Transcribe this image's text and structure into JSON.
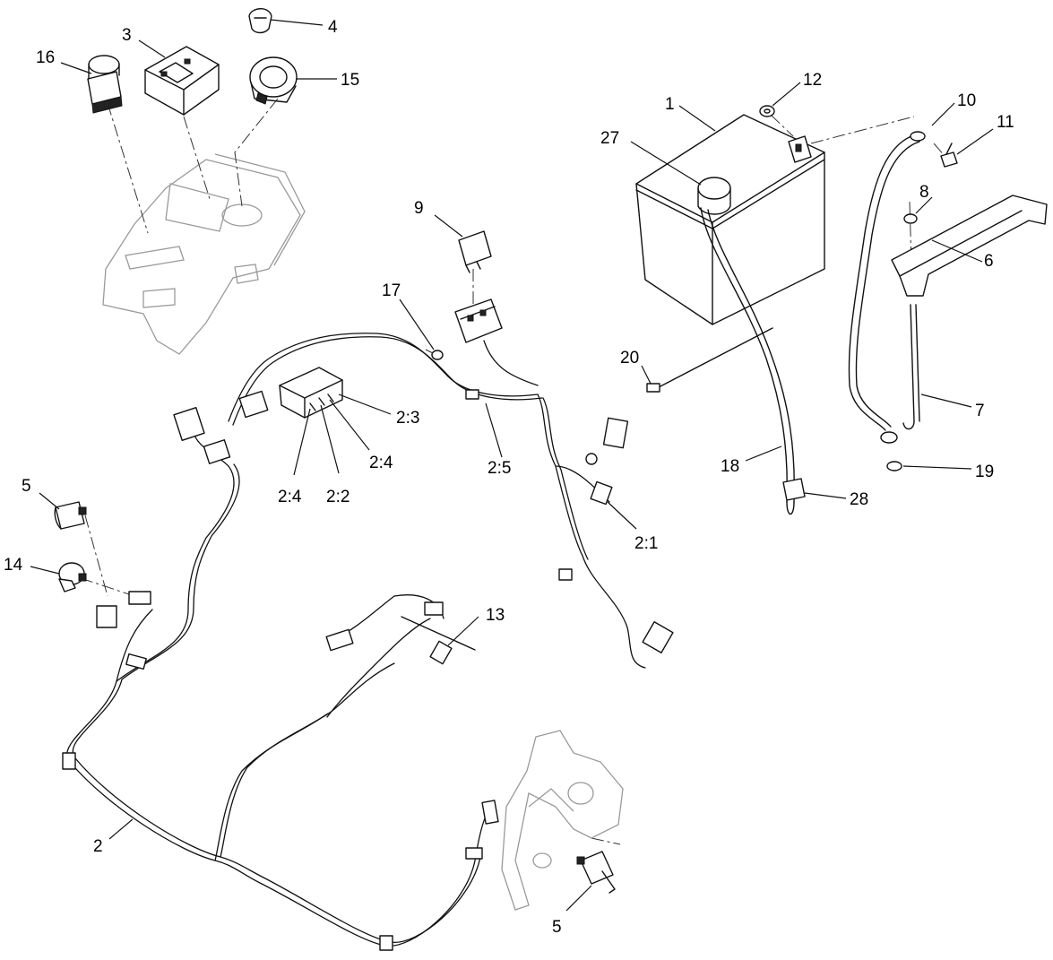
{
  "callouts": [
    "1",
    "2",
    "2:1",
    "2:2",
    "2:3",
    "2:4",
    "2:4",
    "2:5",
    "3",
    "4",
    "5",
    "5",
    "6",
    "7",
    "8",
    "9",
    "10",
    "11",
    "12",
    "13",
    "14",
    "15",
    "16",
    "17",
    "18",
    "19",
    "20",
    "27",
    "28"
  ]
}
